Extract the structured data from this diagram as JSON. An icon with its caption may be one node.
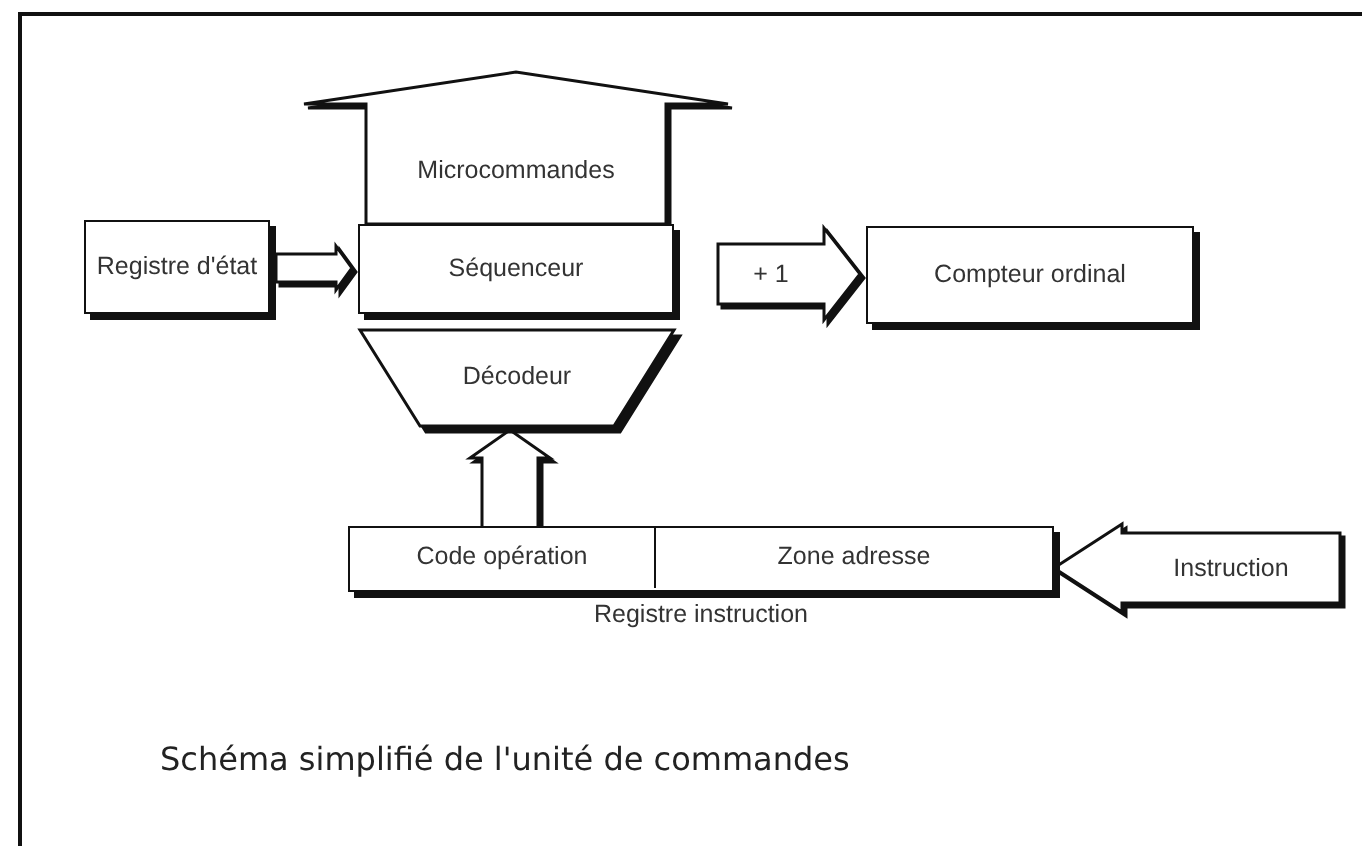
{
  "diagram": {
    "caption": "Schéma simplifié de l'unité de commandes",
    "nodes": [
      {
        "text": [
          "Registre d'état"
        ]
      },
      {
        "text": [
          "Séquenceur"
        ]
      },
      {
        "text": [
          "Compteur ordinal"
        ]
      },
      {
        "text": [
          "Décodeur"
        ]
      },
      {
        "text": [
          "Registre instruction"
        ]
      },
      {
        "text": [
          "Code opération"
        ],
        "in": 4
      },
      {
        "text": [
          "Zone adresse"
        ],
        "in": 4
      }
    ],
    "edges": [
      {
        "from": 0,
        "to": 1,
        "arrow": "to"
      },
      {
        "from": 1,
        "to": 2,
        "arrow": "to",
        "label": "+ 1"
      },
      {
        "from": 1,
        "to": null,
        "arrow": "to",
        "label": "Microcommandes"
      },
      {
        "from": 5,
        "to": 3,
        "arrow": "to"
      },
      {
        "from": null,
        "to": 4,
        "arrow": "to",
        "label": "Instruction"
      }
    ]
  }
}
